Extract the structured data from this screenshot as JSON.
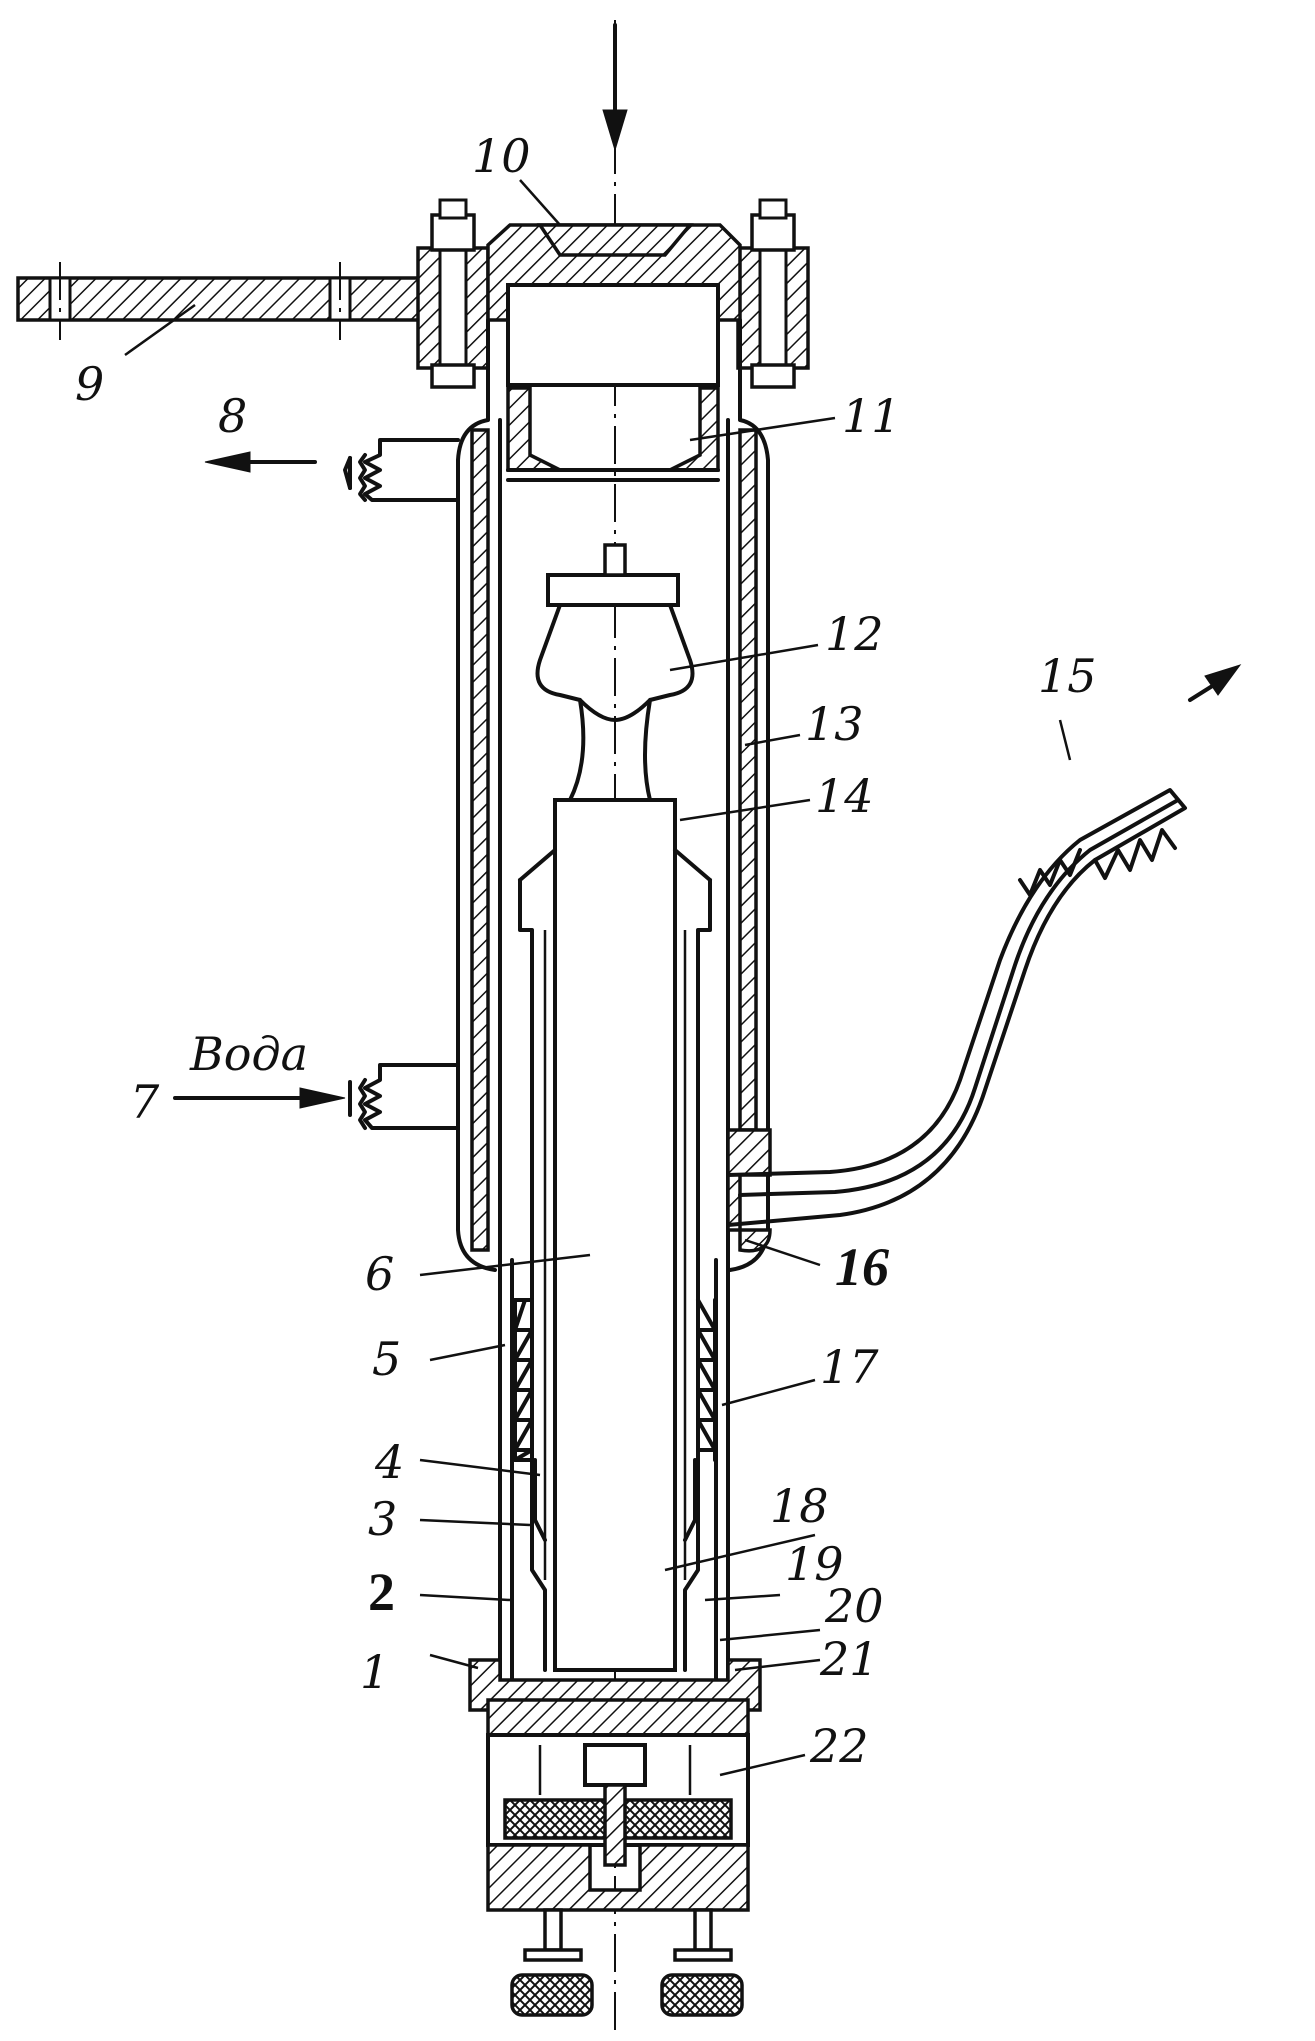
{
  "labels": {
    "n1": "1",
    "n2": "2",
    "n3": "3",
    "n4": "4",
    "n5": "5",
    "n6": "6",
    "n7": "7",
    "n8": "8",
    "n9": "9",
    "n10": "10",
    "n11": "11",
    "n12": "12",
    "n13": "13",
    "n14": "14",
    "n15": "15",
    "n16": "16",
    "n17": "17",
    "n18": "18",
    "n19": "19",
    "n20": "20",
    "n21": "21",
    "n22": "22",
    "water": "Вода"
  }
}
